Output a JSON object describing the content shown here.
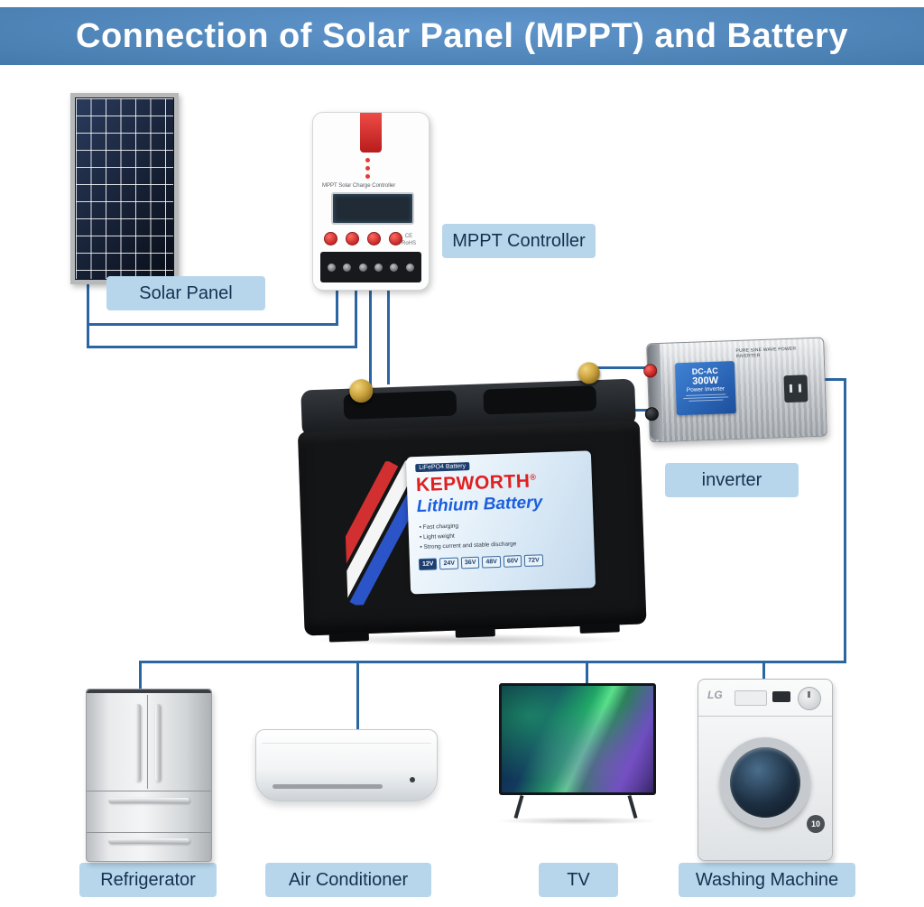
{
  "header": {
    "title": "Connection of Solar Panel (MPPT) and Battery"
  },
  "callouts": {
    "solar_panel": "Solar Panel",
    "mppt_controller": "MPPT Controller",
    "inverter": "inverter",
    "refrigerator": "Refrigerator",
    "air_conditioner": "Air Conditioner",
    "tv": "TV",
    "washing_machine": "Washing Machine"
  },
  "mppt_device": {
    "title": "MPPT Solar Charge Controller",
    "ce_mark": "CE",
    "rohs_mark": "RoHS"
  },
  "battery": {
    "brand": "KEPWORTH",
    "reg_mark": "®",
    "chemistry": "LiFePO4 Battery",
    "product": "Lithium Battery",
    "features": [
      "Fast charging",
      "Light weight",
      "Strong current and stable discharge"
    ],
    "voltages": [
      "12V",
      "24V",
      "36V",
      "48V",
      "60V",
      "72V"
    ]
  },
  "inverter_device": {
    "type": "DC-AC",
    "power": "300W",
    "name": "Power Inverter",
    "top_text": "PURE SINE WAVE POWER INVERTER"
  },
  "washing_machine_device": {
    "brand": "LG",
    "badge": "10"
  },
  "colors": {
    "header_blue": "#3f6fa5",
    "callout_bg": "#b7d6ec",
    "wire_blue": "#2b66a3",
    "brand_red": "#e02020",
    "battery_text_blue": "#1b5ede"
  }
}
